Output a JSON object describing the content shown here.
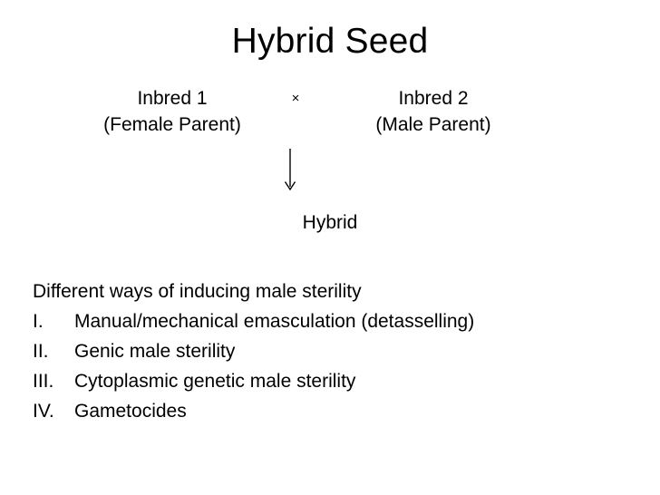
{
  "slide": {
    "title": "Hybrid Seed",
    "background_color": "#ffffff",
    "text_color": "#000000"
  },
  "cross_diagram": {
    "left_parent": {
      "name": "Inbred 1",
      "role": "(Female Parent)"
    },
    "cross_symbol": "×",
    "right_parent": {
      "name": "Inbred 2",
      "role": "(Male Parent)"
    },
    "arrow": "down-arrow",
    "result": "Hybrid"
  },
  "body": {
    "heading": "Different ways of inducing male sterility",
    "items": [
      {
        "marker": "I.",
        "text": "Manual/mechanical emasculation (detasselling)"
      },
      {
        "marker": "II.",
        "text": "Genic male sterility"
      },
      {
        "marker": "III.",
        "text": "Cytoplasmic genetic male sterility"
      },
      {
        "marker": "IV.",
        "text": "Gametocides"
      }
    ]
  }
}
